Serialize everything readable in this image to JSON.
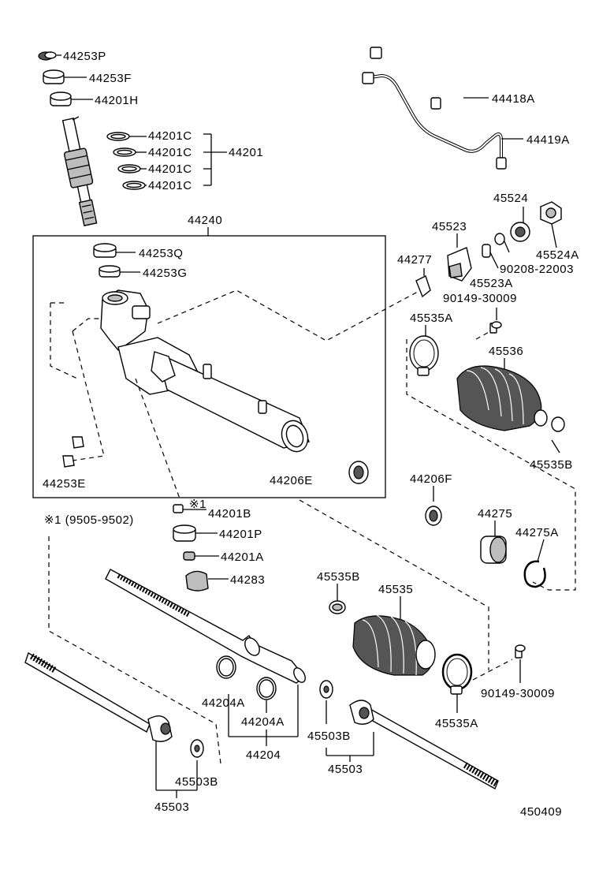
{
  "labels": {
    "p44253P": "44253P",
    "p44253F": "44253F",
    "p44201H": "44201H",
    "p44201C_1": "44201C",
    "p44201C_2": "44201C",
    "p44201C_3": "44201C",
    "p44201C_4": "44201C",
    "p44201": "44201",
    "p44418A": "44418A",
    "p44419A": "44419A",
    "p44240": "44240",
    "p44253Q": "44253Q",
    "p44253G": "44253G",
    "p44253E": "44253E",
    "p44206E": "44206E",
    "p45524": "45524",
    "p45523": "45523",
    "p44277": "44277",
    "p45524A": "45524A",
    "p90208": "90208-22003",
    "p45523A": "45523A",
    "p90149_top": "90149-30009",
    "p45535A_top": "45535A",
    "p45536": "45536",
    "p45535B_right": "45535B",
    "p44206F": "44206F",
    "p44275": "44275",
    "p44275A": "44275A",
    "note_mark": "※1",
    "p44201B": "44201B",
    "note_range": "※1  (9505-9502)",
    "p44201P": "44201P",
    "p44201A": "44201A",
    "p44283": "44283",
    "p45535B_mid": "45535B",
    "p45535": "45535",
    "p90149_bot": "90149-30009",
    "p45535A_bot": "45535A",
    "p44204A_1": "44204A",
    "p44204A_2": "44204A",
    "p44204": "44204",
    "p45503B_1": "45503B",
    "p45503_1": "45503",
    "p45503B_2": "45503B",
    "p45503_2": "45503",
    "diagram_id": "450409"
  }
}
